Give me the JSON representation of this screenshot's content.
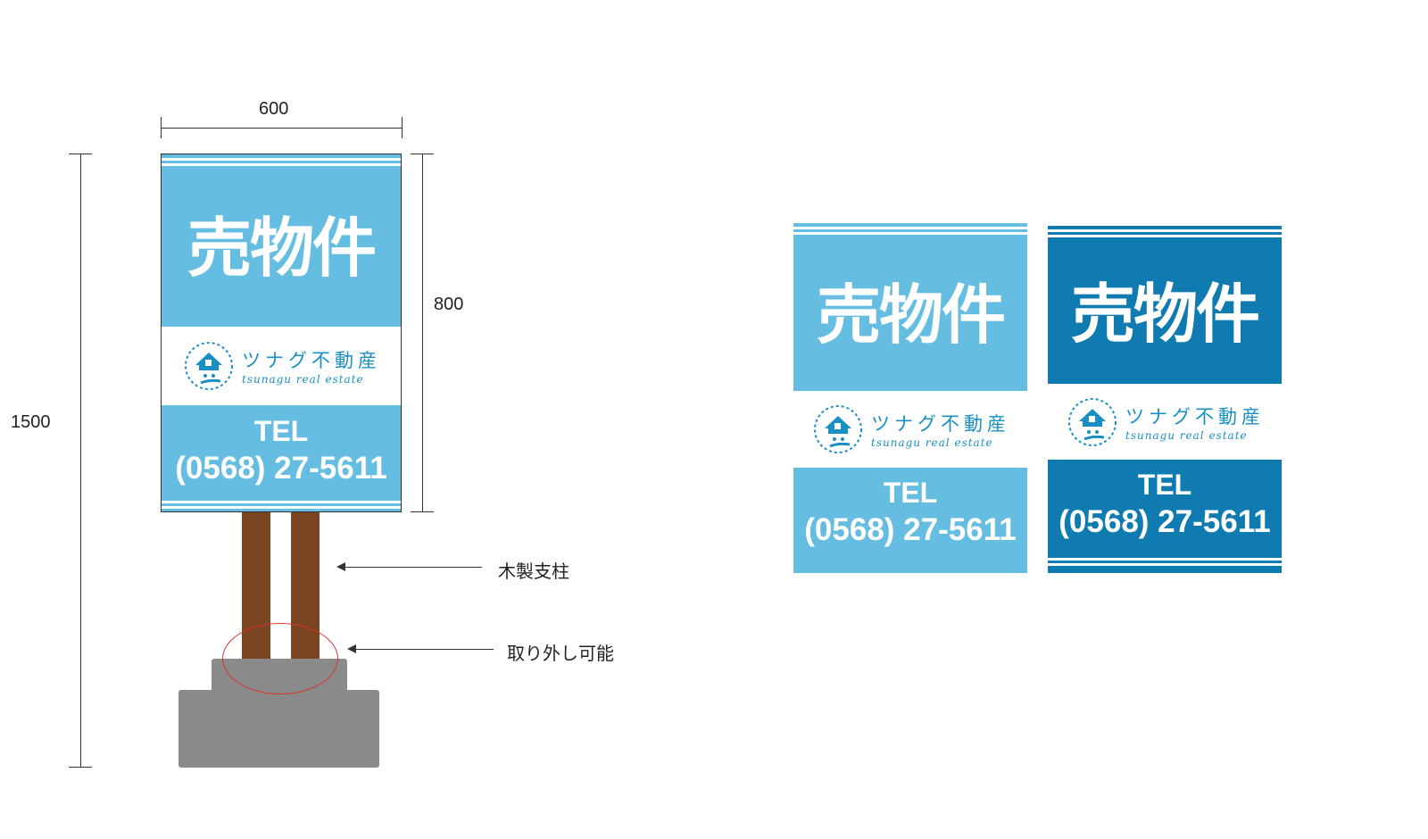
{
  "dimensions": {
    "width": "600",
    "height_sign": "800",
    "height_total": "1500"
  },
  "callouts": {
    "posts": "木製支柱",
    "removable": "取り外し可能"
  },
  "sign": {
    "headline": "売物件",
    "brand_jp": "ツナグ不動産",
    "brand_en": "tsunagu real estate",
    "tel_label": "TEL",
    "tel_number": "(0568) 27-5611"
  },
  "colors": {
    "light_blue": "#66bde2",
    "dark_blue": "#0f7bb1",
    "post_brown": "#7a4520",
    "base_gray": "#8a8a8a",
    "highlight_red": "#d9342b"
  }
}
